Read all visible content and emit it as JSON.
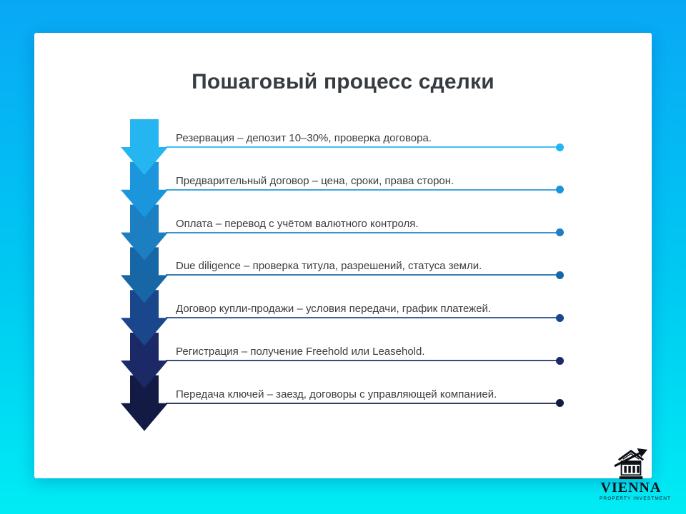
{
  "slide": {
    "title": "Пошаговый процесс сделки",
    "title_color": "#373c42",
    "background_top_color": "#09a8f5",
    "background_bottom_color": "#00ecf4",
    "card_color": "#ffffff",
    "step_text_color": "#3d3d3d"
  },
  "steps": [
    {
      "label": "Резервация – депозит 10–30%, проверка договора.",
      "color": "#25b6f2"
    },
    {
      "label": "Предварительный договор – цена, сроки, права сторон.",
      "color": "#1b96dc"
    },
    {
      "label": "Оплата – перевод с учётом валютного контроля.",
      "color": "#1b7fc2"
    },
    {
      "label": "Due diligence – проверка титула, разрешений, статуса земли.",
      "color": "#1767a6"
    },
    {
      "label": "Договор купли-продажи – условия передачи, график платежей.",
      "color": "#1a478c"
    },
    {
      "label": "Регистрация – получение Freehold или Leasehold.",
      "color": "#1b2a66"
    },
    {
      "label": "Передача ключей – заезд, договоры с управляющей компанией.",
      "color": "#131b44"
    }
  ],
  "logo": {
    "name": "VIENNA",
    "subtitle": "PROPERTY INVESTMENT",
    "icon_color": "#0d0f14"
  }
}
